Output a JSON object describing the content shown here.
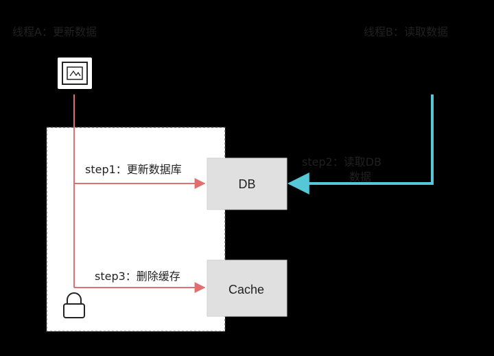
{
  "diagram": {
    "left_actor_label": "线程A：更新数据",
    "right_actor_label": "线程B：读取数据",
    "step1_label": "step1：更新数据库",
    "step3_label": "step3：删除缓存",
    "db_label": "DB",
    "cache_label": "Cache",
    "right_note_line1": "step2：读取DB",
    "right_note_line2": "数据",
    "colors": {
      "background": "#000000",
      "panel": "#ffffff",
      "box_fill": "#e0e0e0",
      "left_line": "#e07070",
      "right_line": "#55c7d6",
      "text": "#222222"
    },
    "icons": {
      "doc": "document-icon",
      "lock": "lock-icon"
    }
  }
}
